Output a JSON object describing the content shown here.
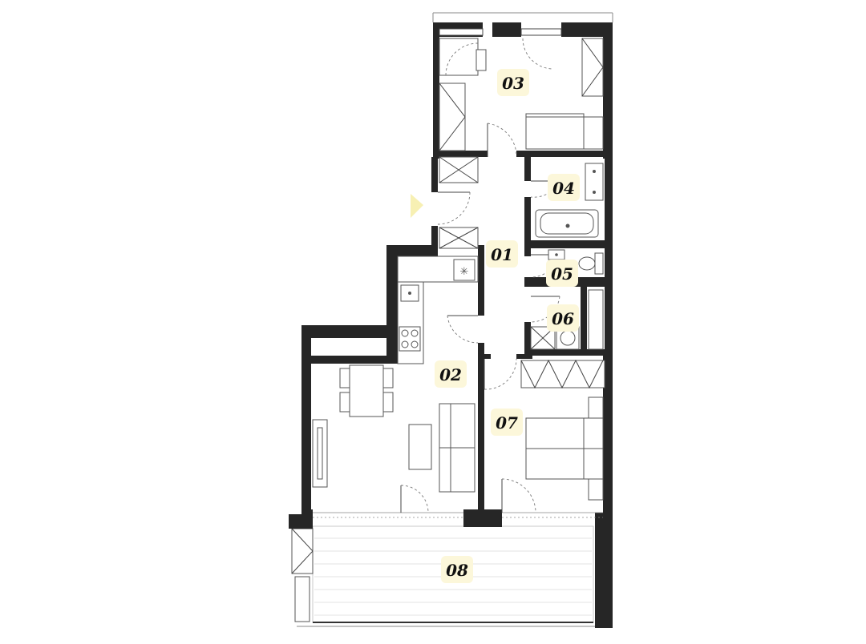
{
  "rooms": [
    {
      "id": "r01",
      "label": "01"
    },
    {
      "id": "r02",
      "label": "02"
    },
    {
      "id": "r03",
      "label": "03"
    },
    {
      "id": "r04",
      "label": "04"
    },
    {
      "id": "r05",
      "label": "05"
    },
    {
      "id": "r06",
      "label": "06"
    },
    {
      "id": "r07",
      "label": "07"
    },
    {
      "id": "r08",
      "label": "08"
    }
  ],
  "colors": {
    "wall": "#262626",
    "label_bg": "#fcf7da",
    "entry_marker": "#f7f0b3"
  }
}
